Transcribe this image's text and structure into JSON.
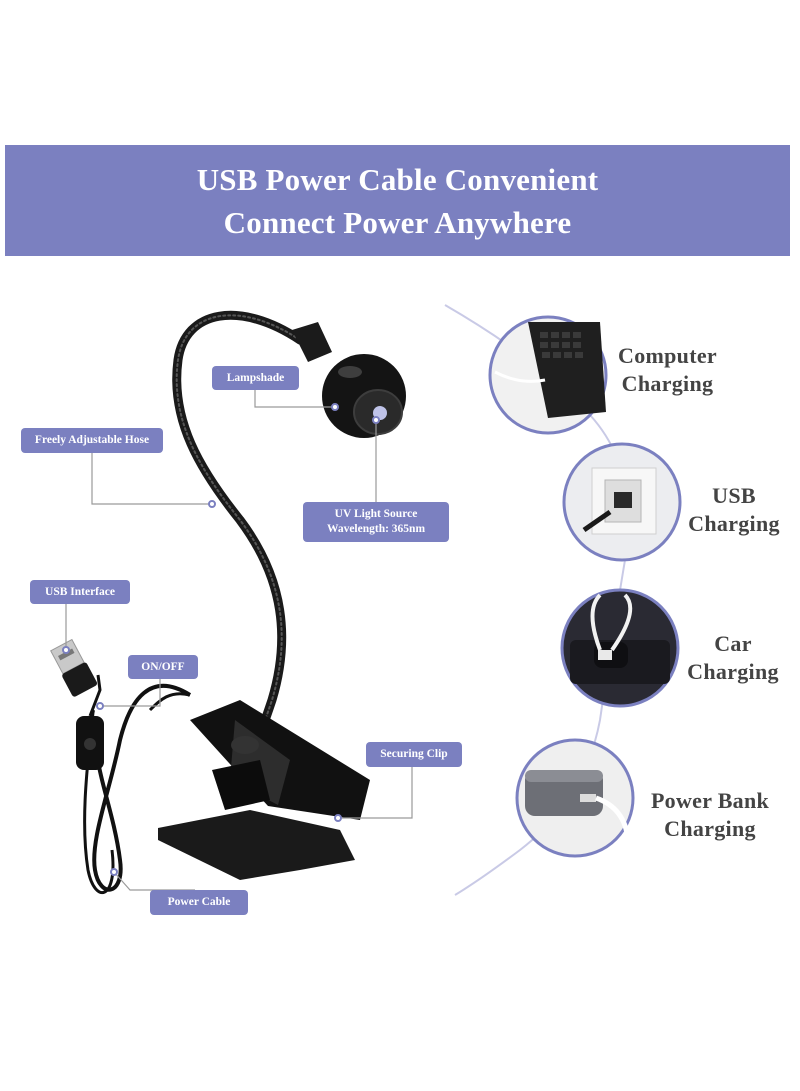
{
  "banner": {
    "line1": "USB Power Cable Convenient",
    "line2": "Connect Power Anywhere"
  },
  "labels": {
    "lampshade": "Lampshade",
    "hose": "Freely Adjustable Hose",
    "uv_line1": "UV Light Source",
    "uv_line2": "Wavelength: 365nm",
    "usb_interface": "USB Interface",
    "on_off": "ON/OFF",
    "securing_clip": "Securing Clip",
    "power_cable": "Power Cable"
  },
  "charging": {
    "computer": [
      "Computer",
      "Charging"
    ],
    "usb": [
      "USB",
      "Charging"
    ],
    "car": [
      "Car",
      "Charging"
    ],
    "power_bank": [
      "Power Bank",
      "Charging"
    ]
  },
  "colors": {
    "accent": "#7b80c0",
    "text_dark": "#444444",
    "product": "#111111"
  }
}
